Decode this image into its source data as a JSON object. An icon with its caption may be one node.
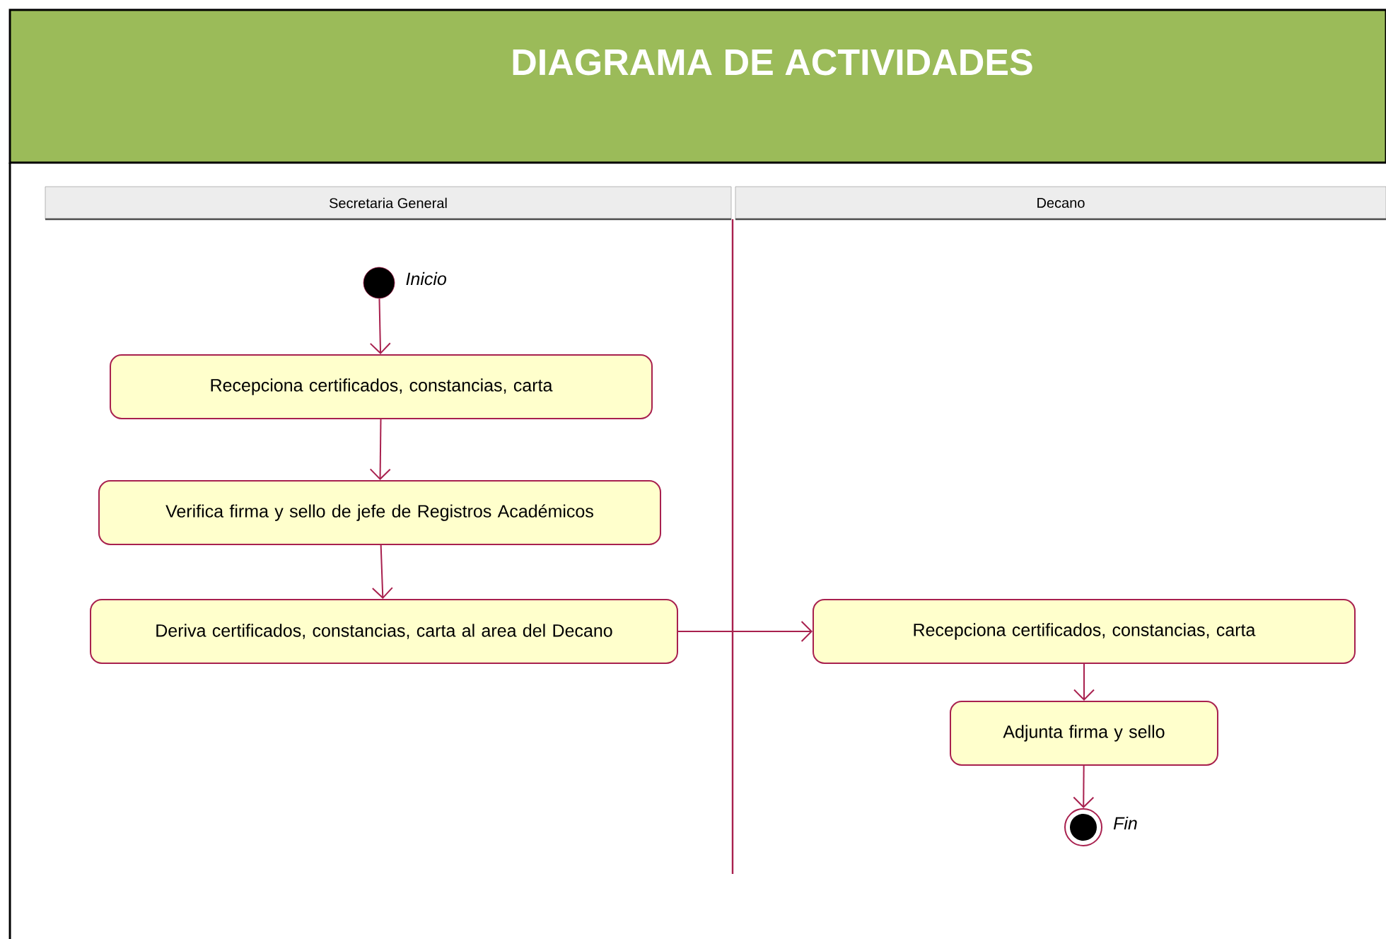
{
  "diagram": {
    "title": "DIAGRAMA DE ACTIVIDADES",
    "nodes": [
      {
        "text": [
          "Secretaria General"
        ]
      },
      {
        "text": [
          "Decano"
        ]
      },
      {
        "text": [],
        "shape": "circle",
        "beside": [
          "Inicio"
        ]
      },
      {
        "text": [
          "Recepciona certificados, constancias, carta"
        ]
      },
      {
        "text": [
          "Verifica firma y sello de jefe de Registros Académicos"
        ]
      },
      {
        "text": [
          "Deriva certificados, constancias, carta al area del Decano"
        ]
      },
      {
        "text": [
          "Recepciona certificados, constancias, carta"
        ]
      },
      {
        "text": [
          "Adjunta firma y sello"
        ]
      },
      {
        "text": [],
        "shape": "circle",
        "beside": [
          "Fin"
        ]
      }
    ],
    "edges": [
      {
        "from": 2,
        "to": 3,
        "arrow": "to"
      },
      {
        "from": 3,
        "to": 4,
        "arrow": "to"
      },
      {
        "from": 4,
        "to": 5,
        "arrow": "to"
      },
      {
        "from": 5,
        "to": 6,
        "arrow": "to"
      },
      {
        "from": 6,
        "to": 7,
        "arrow": "to"
      },
      {
        "from": 7,
        "to": 8,
        "arrow": "to"
      }
    ]
  }
}
